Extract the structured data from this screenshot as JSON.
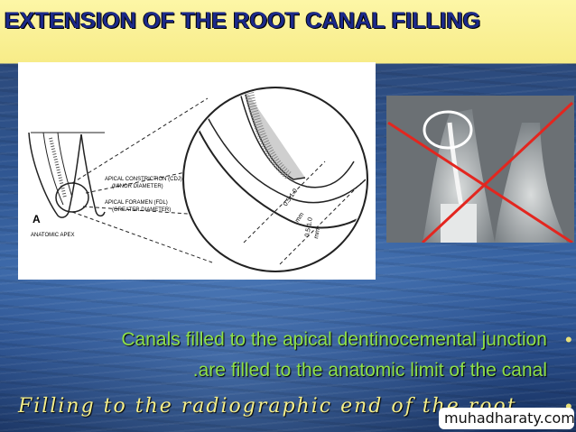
{
  "slide": {
    "title": "EXTENSION OF THE ROOT CANAL FILLING",
    "diagram": {
      "panel_label": "A",
      "labels": [
        "APICAL CONSTRICTION (CDJ)",
        "(MINOR DIAMETER)",
        "APICAL FORAMEN (FDL)",
        "(GREATER DIAMETER)",
        "ANATOMIC APEX",
        "0.5-1.0",
        "mm",
        "0.5-1.0",
        "mm"
      ]
    },
    "xray": {
      "marker": "red-x-icon",
      "highlight": "white-circle-icon"
    },
    "bullets": [
      "Canals filled to the apical dentinocemental junction",
      ".are filled to the anatomic limit of the canal",
      "Filling to the radiographic end of the root"
    ],
    "watermark": "muhadharaty.com",
    "colors": {
      "title": "#1c2a8a",
      "title_bg": "#f9ef96",
      "bullet_text": "#8ee04a",
      "bullet_italic": "#f4ee8a",
      "cross": "#e3261f"
    }
  }
}
